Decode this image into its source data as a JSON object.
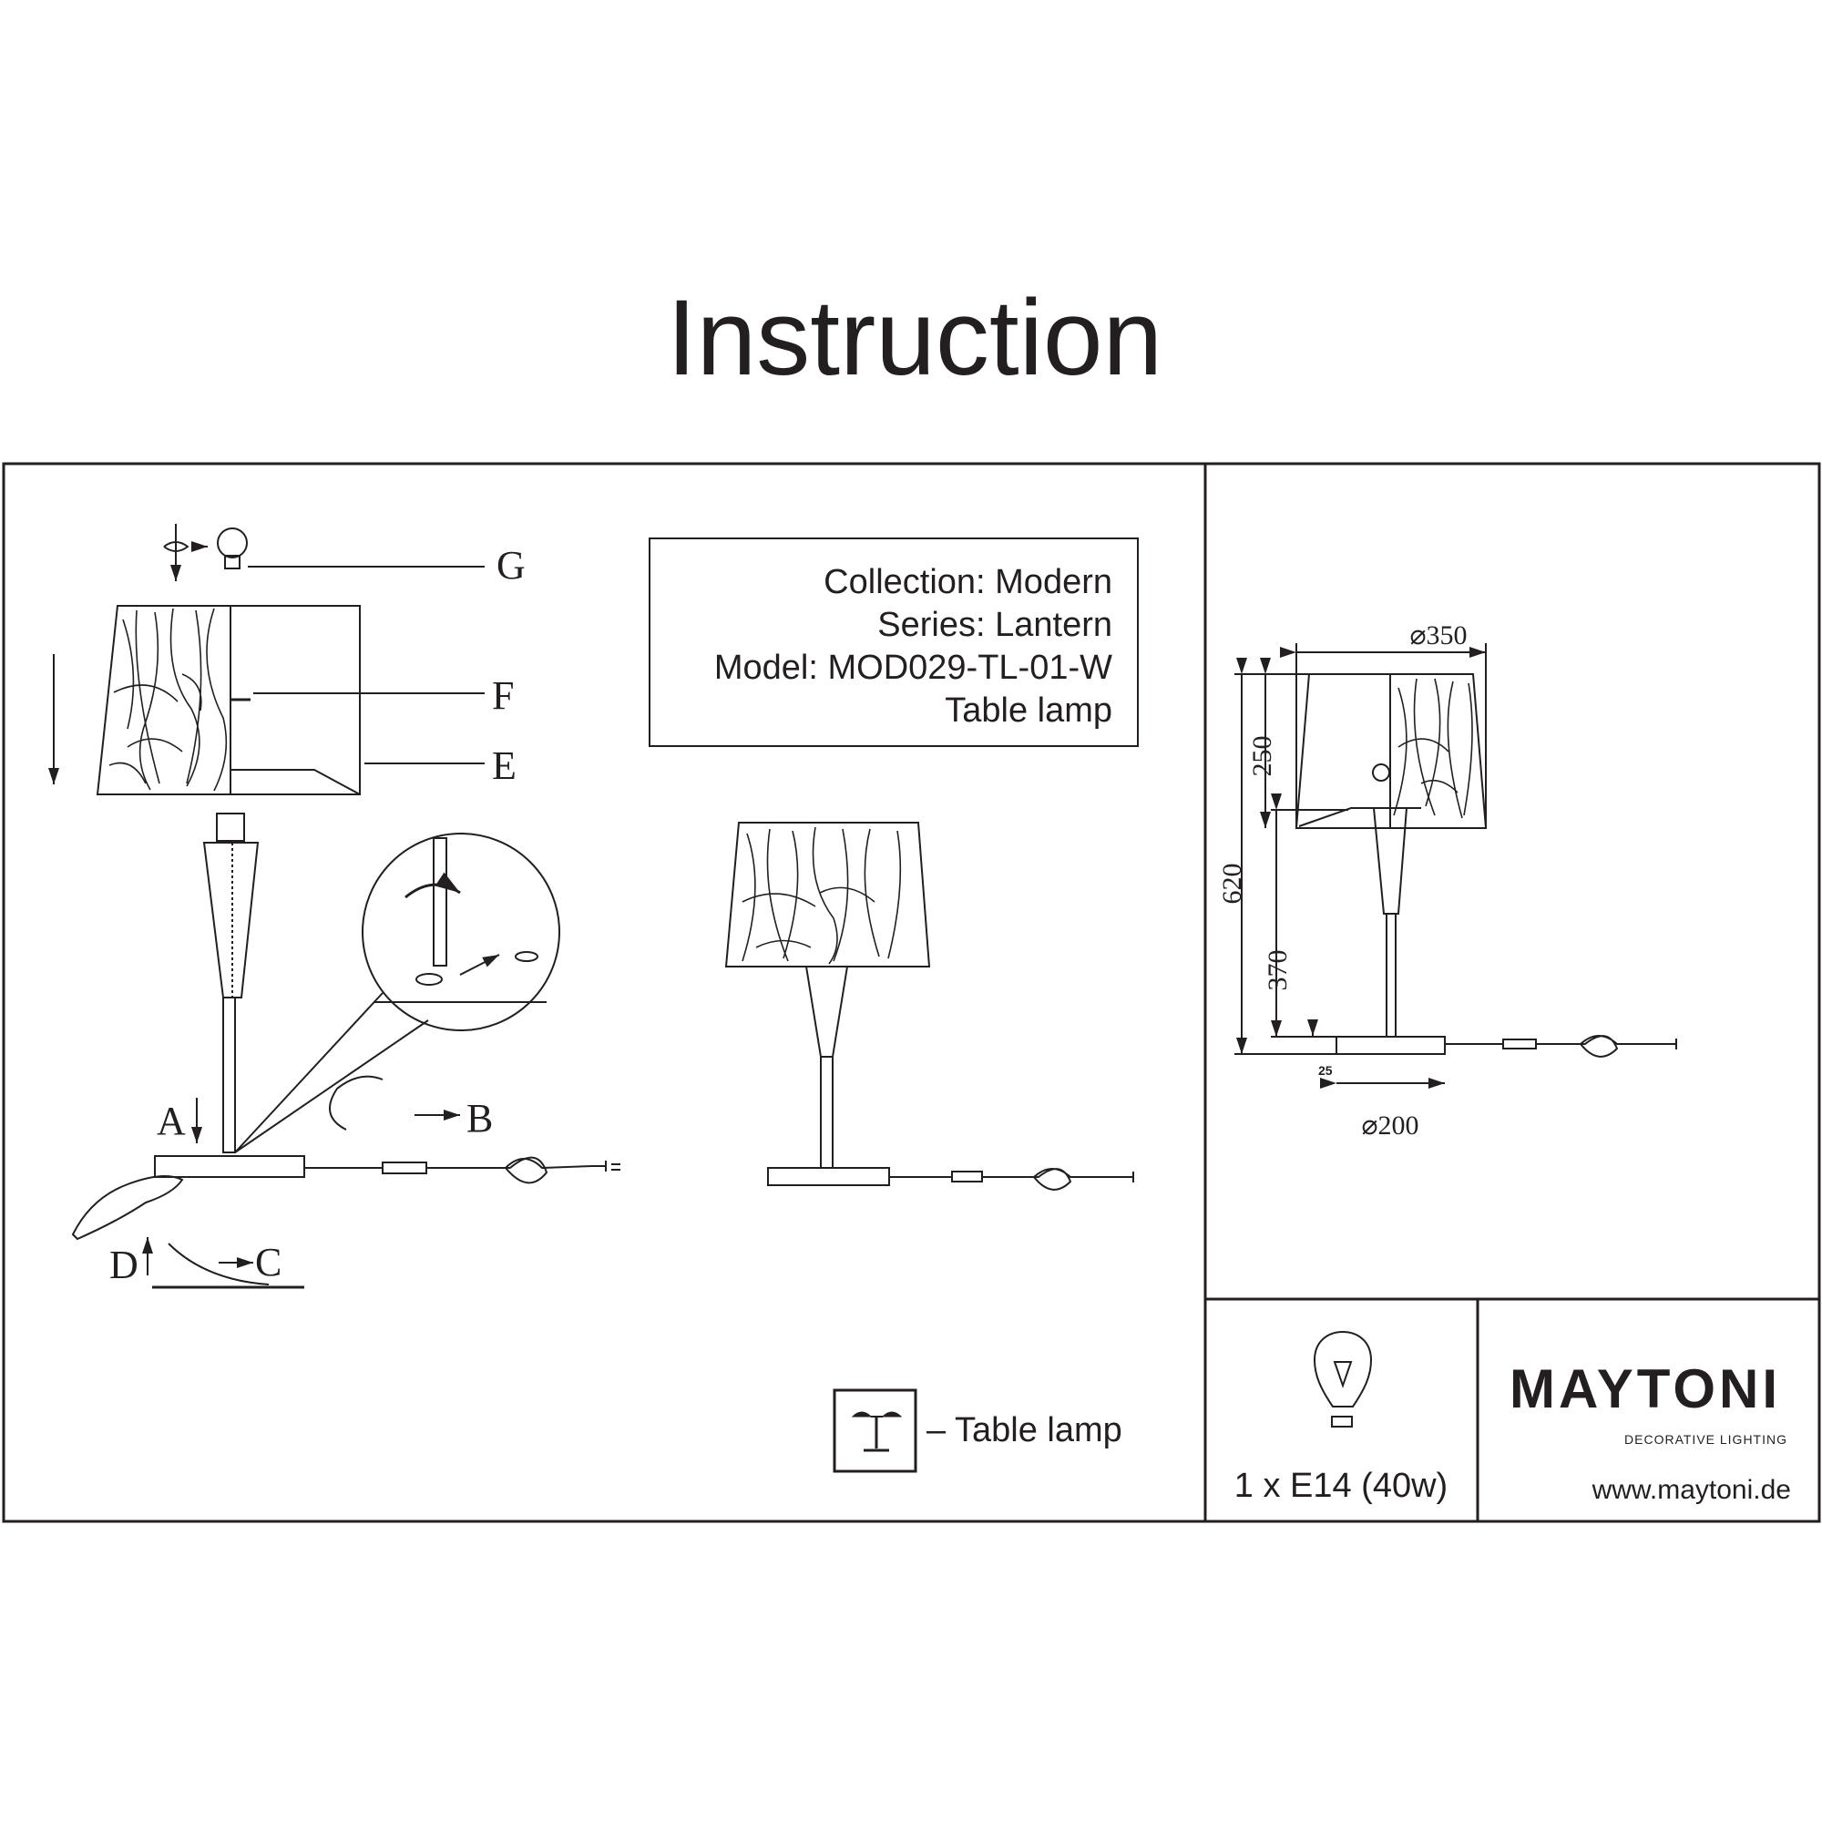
{
  "title": "Instruction",
  "product_info": {
    "collection": "Collection: Modern",
    "series": "Series: Lantern",
    "model": "Model: MOD029-TL-01-W",
    "type": "Table lamp"
  },
  "assembly_labels": {
    "g": "G",
    "f": "F",
    "e": "E",
    "a": "A",
    "b": "B",
    "c": "C",
    "d": "D"
  },
  "legend": {
    "icon": "table-lamp-icon",
    "label": "– Table lamp"
  },
  "dimensions": {
    "shade_diameter": "⌀350",
    "shade_height": "250",
    "total_height": "620",
    "base_to_shade": "370",
    "base_height": "25",
    "base_diameter": "⌀200"
  },
  "bulb": {
    "icon": "light-bulb-icon",
    "spec": "1 x E14 (40w)"
  },
  "brand": {
    "name": "MAYTONI",
    "tagline": "DECORATIVE LIGHTING",
    "website": "www.maytoni.de"
  },
  "colors": {
    "ink": "#231f20",
    "background": "#ffffff"
  }
}
